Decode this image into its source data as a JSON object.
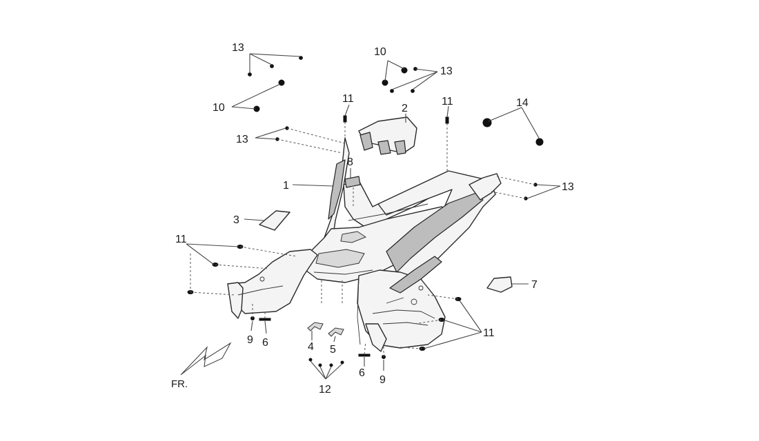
{
  "diagram": {
    "callouts": {
      "c1": "1",
      "c2": "2",
      "c3": "3",
      "c4": "4",
      "c5": "5",
      "c6a": "6",
      "c6b": "6",
      "c7": "7",
      "c8": "8",
      "c9a": "9",
      "c9b": "9",
      "c10a": "10",
      "c10b": "10",
      "c11a": "11",
      "c11b": "11",
      "c11c": "11",
      "c11d": "11",
      "c12": "12",
      "c13a": "13",
      "c13b": "13",
      "c13c": "13",
      "c13d": "13",
      "c14": "14"
    },
    "direction_label": "FR."
  }
}
